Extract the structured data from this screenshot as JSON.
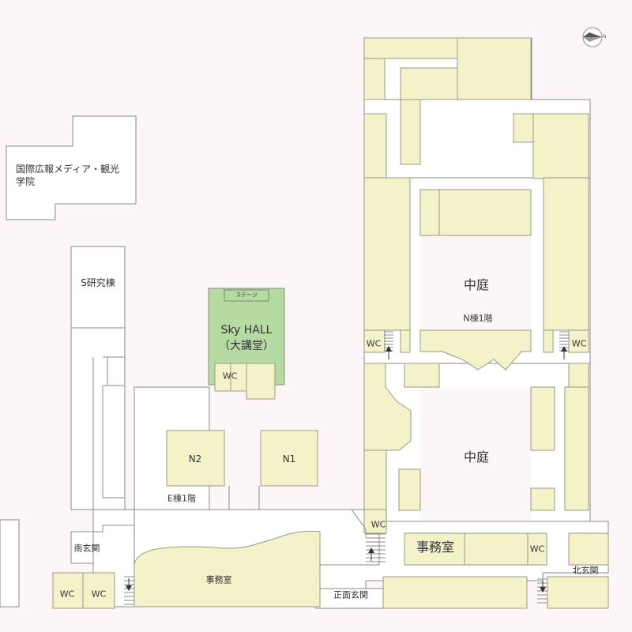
{
  "colors": {
    "background": "#fdf6f9",
    "building": "#f3f2c8",
    "building_stroke": "#9a9a86",
    "corridor": "#ffffff",
    "hall": "#b5daa2",
    "outline": "#8a8a8a",
    "text": "#333333"
  },
  "compass": {
    "icon": "north-arrow-icon",
    "letter": "N"
  },
  "buildings": {
    "media_faculty": "国際広報メディア・観光学院",
    "s_building": "S研究棟",
    "sky_hall_stage": "ステージ",
    "sky_hall_name": "Sky HALL",
    "sky_hall_sub": "（大講堂）",
    "n2": "N2",
    "n1": "N1",
    "e_floor": "E棟1階",
    "courtyard_north": "中庭",
    "n_floor": "N棟1階",
    "courtyard_south": "中庭",
    "office_main": "事務室",
    "office_lower": "事務室"
  },
  "entrances": {
    "south": "南玄関",
    "front": "正面玄関",
    "north": "北玄関"
  },
  "restrooms": {
    "label": "WC"
  },
  "stairs_icon": "stairs-up-arrow-icon"
}
